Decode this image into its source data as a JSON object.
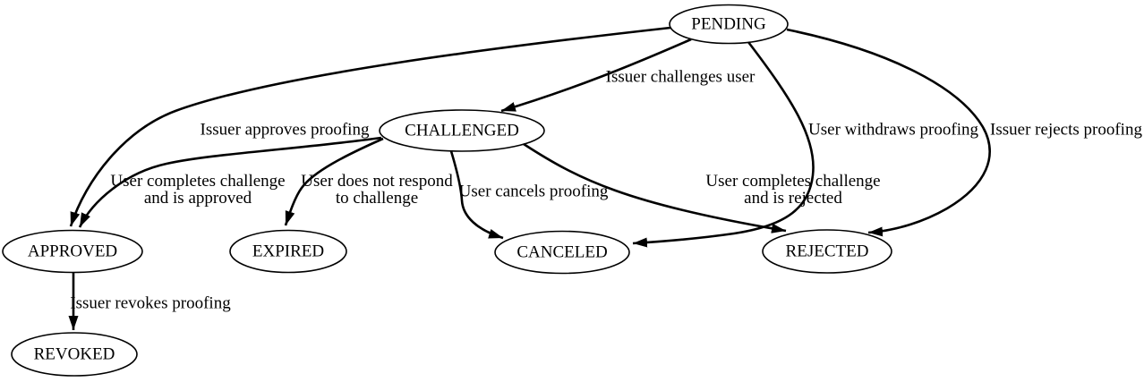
{
  "diagram": {
    "type": "state-transition-diagram",
    "colors": {
      "background": "#ffffff",
      "stroke": "#000000",
      "text": "#000000"
    },
    "nodes": [
      {
        "id": "pending",
        "label": "PENDING"
      },
      {
        "id": "challenged",
        "label": "CHALLENGED"
      },
      {
        "id": "approved",
        "label": "APPROVED"
      },
      {
        "id": "expired",
        "label": "EXPIRED"
      },
      {
        "id": "canceled",
        "label": "CANCELED"
      },
      {
        "id": "rejected",
        "label": "REJECTED"
      },
      {
        "id": "revoked",
        "label": "REVOKED"
      }
    ],
    "edges": [
      {
        "from": "PENDING",
        "to": "CHALLENGED",
        "lines": [
          "Issuer challenges user"
        ]
      },
      {
        "from": "PENDING",
        "to": "APPROVED",
        "lines": [
          "Issuer approves proofing"
        ]
      },
      {
        "from": "PENDING",
        "to": "CANCELED",
        "lines": [
          "User withdraws proofing"
        ]
      },
      {
        "from": "PENDING",
        "to": "REJECTED",
        "lines": [
          "Issuer rejects proofing"
        ]
      },
      {
        "from": "CHALLENGED",
        "to": "APPROVED",
        "lines": [
          "User completes challenge",
          "and is approved"
        ]
      },
      {
        "from": "CHALLENGED",
        "to": "EXPIRED",
        "lines": [
          "User does not respond",
          "to challenge"
        ]
      },
      {
        "from": "CHALLENGED",
        "to": "CANCELED",
        "lines": [
          "User cancels proofing"
        ]
      },
      {
        "from": "CHALLENGED",
        "to": "REJECTED",
        "lines": [
          "User completes challenge",
          "and is rejected"
        ]
      },
      {
        "from": "APPROVED",
        "to": "REVOKED",
        "lines": [
          "Issuer revokes proofing"
        ]
      }
    ]
  }
}
